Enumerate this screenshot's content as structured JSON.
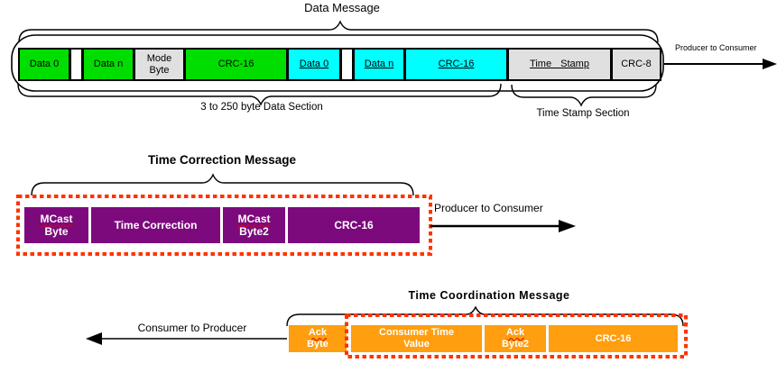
{
  "colors": {
    "green": "#00de00",
    "cyan": "#00ffff",
    "gray": "#e0e0e0",
    "purple": "#7d0a7d",
    "orange": "#ff9e0f",
    "dotted": "#ff3300",
    "squiggle": "#e00000"
  },
  "data_message": {
    "title": "Data Message",
    "fields": [
      {
        "label": "Data 0"
      },
      {
        "label": ""
      },
      {
        "label": "Data n"
      },
      {
        "line1": "Mode",
        "line2": "Byte"
      },
      {
        "label": "CRC-16"
      },
      {
        "label": "Data 0"
      },
      {
        "label": ""
      },
      {
        "label": "Data n"
      },
      {
        "label": "CRC-16"
      },
      {
        "label": "Time Stamp"
      },
      {
        "label": "CRC-8"
      }
    ],
    "data_section_label": "3 to 250 byte Data Section",
    "time_stamp_section_label": "Time Stamp Section",
    "direction_label": "Producer to Consumer"
  },
  "time_correction_message": {
    "title": "Time Correction Message",
    "fields": [
      {
        "line1": "MCast",
        "line2": "Byte"
      },
      {
        "label": "Time Correction"
      },
      {
        "line1": "MCast",
        "line2": "Byte2"
      },
      {
        "label": "CRC-16"
      }
    ],
    "direction_label": "Producer to Consumer"
  },
  "time_coordination_message": {
    "title": "Time Coordination Message",
    "fields": [
      {
        "line1": "Ack",
        "line2": "Byte"
      },
      {
        "line1": "Consumer Time",
        "line2": "Value"
      },
      {
        "line1": "Ack",
        "line2": "Byte2"
      },
      {
        "label": "CRC-16"
      }
    ],
    "direction_label": "Consumer to Producer"
  }
}
